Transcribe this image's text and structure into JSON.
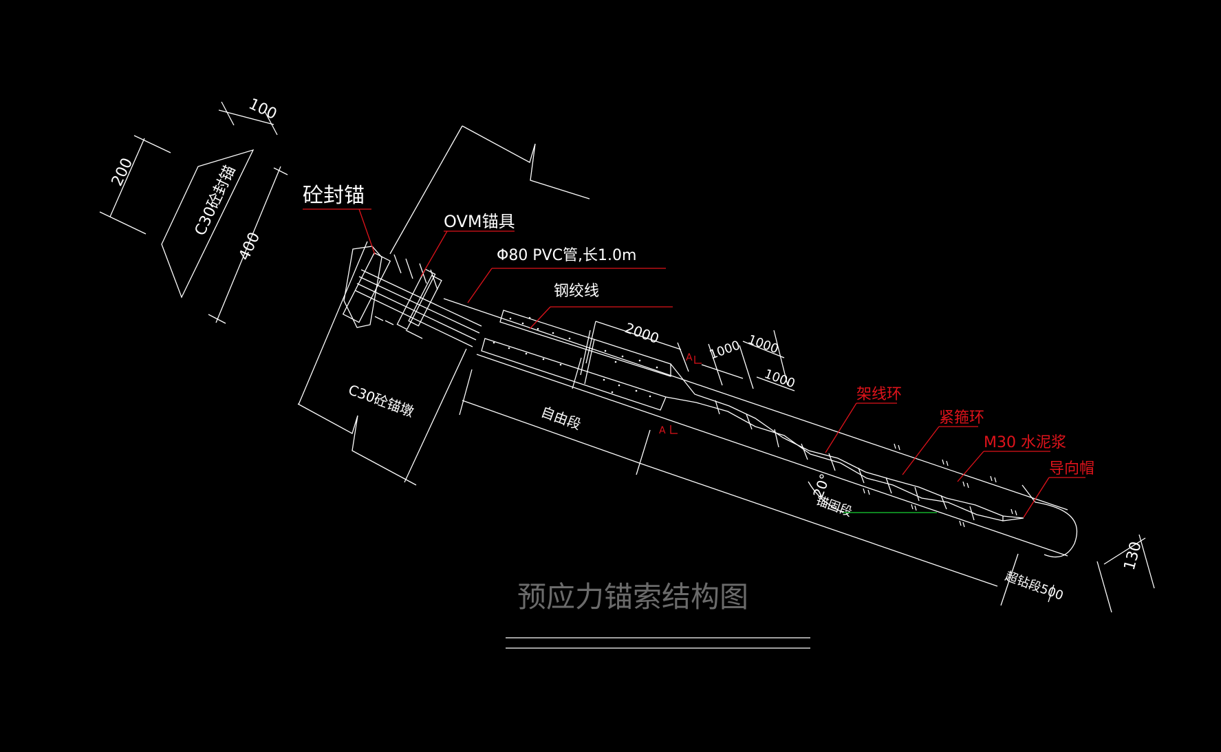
{
  "title": "预应力锚索结构图",
  "colors": {
    "background": "#000000",
    "line": "#ffffff",
    "leader": "#e0131b",
    "angle": "#12b02a",
    "title": "#6b6b6b"
  },
  "detail": {
    "label": "C30砼封锚",
    "dim_top": "100",
    "dim_left": "200",
    "dim_right": "400"
  },
  "labels": {
    "seal_anchor": "砼封锚",
    "ovm_anchor": "OVM锚具",
    "pvc_pipe": "Φ80 PVC管,长1.0m",
    "steel_strand": "钢绞线",
    "pier": "C30砼锚墩",
    "free_section": "自由段",
    "anchor_section": "锚固段",
    "spacer_ring": "架线环",
    "tie_ring": "紧箍环",
    "grout": "M30 水泥浆",
    "guide_cap": "导向帽",
    "extra_length": "超钻段500",
    "angle": "20°",
    "section_mark_top": "A",
    "section_mark_bottom": "A"
  },
  "dimensions": {
    "d2000": "2000",
    "d1000_a": "1000",
    "d1000_b": "1000",
    "d1000_c": "1000",
    "d130": "130"
  }
}
